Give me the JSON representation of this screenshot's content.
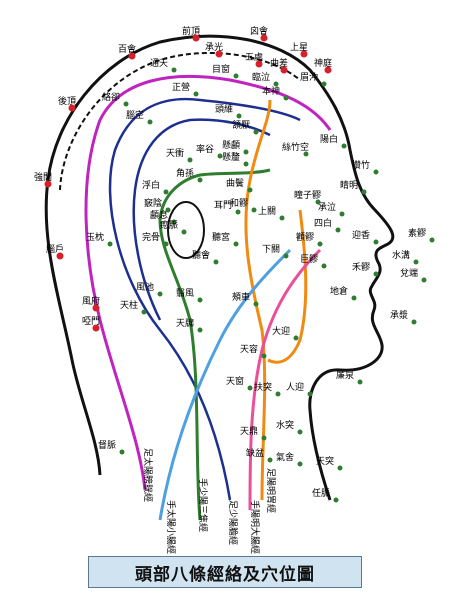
{
  "title": "頭部八條經絡及穴位圖",
  "colors": {
    "black": "#111111",
    "purple": "#c024c0",
    "navy": "#1d2f8f",
    "green": "#2f7d2f",
    "orange": "#f08a10",
    "skyblue": "#4ea0e0",
    "pink": "#ec4f9a",
    "point_red": "#d6202a"
  },
  "meridians": [
    {
      "key": "bladder",
      "label": "足太陽膀胱經",
      "color": "purple"
    },
    {
      "key": "small_int",
      "label": "手太陽小腸經",
      "color": "skyblue"
    },
    {
      "key": "sanjiao",
      "label": "手少陽三焦經",
      "color": "green"
    },
    {
      "key": "gallbladder",
      "label": "足少陽膽經",
      "color": "navy"
    },
    {
      "key": "large_int",
      "label": "手陽明大腸經",
      "color": "pink"
    },
    {
      "key": "stomach",
      "label": "足陽明胃經",
      "color": "orange"
    },
    {
      "key": "du",
      "label": "督脈",
      "color": "black"
    },
    {
      "key": "ren",
      "label": "任脈",
      "color": "black"
    }
  ],
  "points": [
    {
      "name": "前頂"
    },
    {
      "name": "囟會"
    },
    {
      "name": "百會"
    },
    {
      "name": "上星"
    },
    {
      "name": "神庭"
    },
    {
      "name": "承光"
    },
    {
      "name": "五處"
    },
    {
      "name": "曲差"
    },
    {
      "name": "通天"
    },
    {
      "name": "目窗"
    },
    {
      "name": "臨泣"
    },
    {
      "name": "眉沖"
    },
    {
      "name": "後頂"
    },
    {
      "name": "絡卻"
    },
    {
      "name": "正營"
    },
    {
      "name": "本神"
    },
    {
      "name": "頭維"
    },
    {
      "name": "陽白"
    },
    {
      "name": "腦空"
    },
    {
      "name": "頷厭"
    },
    {
      "name": "率谷"
    },
    {
      "name": "懸顱"
    },
    {
      "name": "絲竹空"
    },
    {
      "name": "強間"
    },
    {
      "name": "天衝"
    },
    {
      "name": "懸釐"
    },
    {
      "name": "攢竹"
    },
    {
      "name": "浮白"
    },
    {
      "name": "角孫"
    },
    {
      "name": "曲鬢"
    },
    {
      "name": "睛明"
    },
    {
      "name": "瞳子髎"
    },
    {
      "name": "竅陰"
    },
    {
      "name": "和髎"
    },
    {
      "name": "承泣"
    },
    {
      "name": "四白"
    },
    {
      "name": "迎香"
    },
    {
      "name": "素髎"
    },
    {
      "name": "耳門"
    },
    {
      "name": "上關"
    },
    {
      "name": "聽宮"
    },
    {
      "name": "聽會"
    },
    {
      "name": "下關"
    },
    {
      "name": "顴髎"
    },
    {
      "name": "腦戶"
    },
    {
      "name": "玉枕"
    },
    {
      "name": "完骨"
    },
    {
      "name": "瘛脈"
    },
    {
      "name": "顱息"
    },
    {
      "name": "巨髎"
    },
    {
      "name": "水溝"
    },
    {
      "name": "禾髎"
    },
    {
      "name": "兌端"
    },
    {
      "name": "地倉"
    },
    {
      "name": "翳風"
    },
    {
      "name": "風池"
    },
    {
      "name": "風府"
    },
    {
      "name": "天柱"
    },
    {
      "name": "頰車"
    },
    {
      "name": "承漿"
    },
    {
      "name": "啞門"
    },
    {
      "name": "大迎"
    },
    {
      "name": "天牖"
    },
    {
      "name": "天容"
    },
    {
      "name": "廉泉"
    },
    {
      "name": "天窗"
    },
    {
      "name": "扶突"
    },
    {
      "name": "人迎"
    },
    {
      "name": "天鼎"
    },
    {
      "name": "水突"
    },
    {
      "name": "缺盆"
    },
    {
      "name": "氣舍"
    },
    {
      "name": "天突"
    },
    {
      "name": "任脈"
    },
    {
      "name": "督脈"
    }
  ]
}
